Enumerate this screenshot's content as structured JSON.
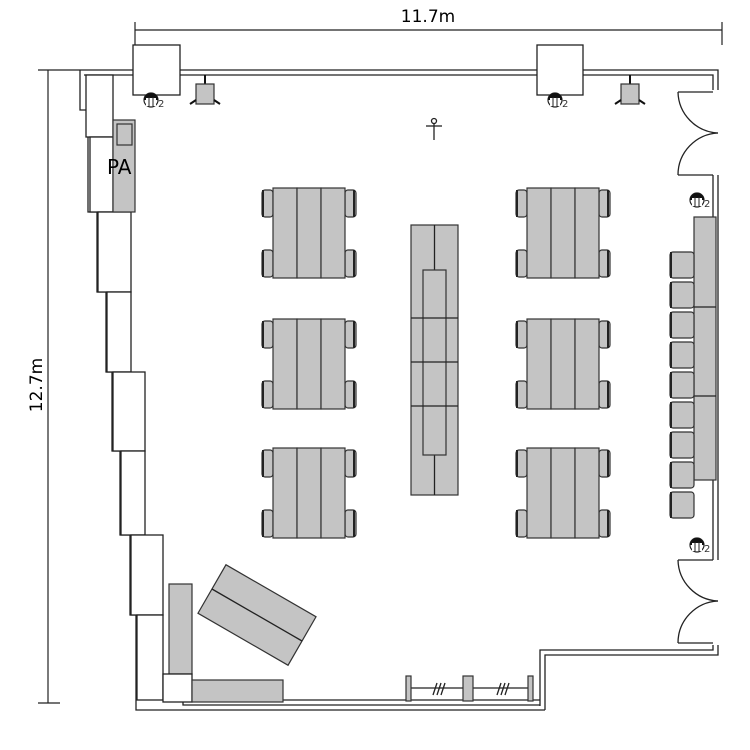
{
  "plan": {
    "width_label": "11.7m",
    "height_label": "12.7m",
    "pa_label": "PA",
    "light_count_label": "2",
    "table_group_count": 6,
    "side_chair_count": 9
  }
}
